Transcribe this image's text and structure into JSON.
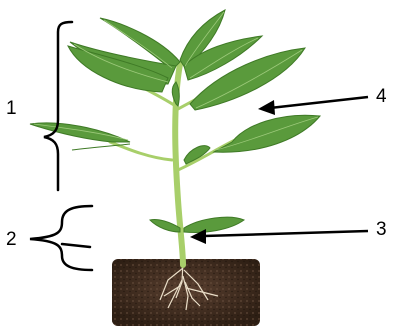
{
  "labels": {
    "one": "1",
    "two": "2",
    "three": "3",
    "four": "4"
  },
  "colors": {
    "leaf": "#5a9a3c",
    "leaf_dark": "#3f7a26",
    "leaf_vein": "#9cc97a",
    "stem": "#a8cf6a",
    "soil": "#4a3423",
    "soil_dark": "#2e1f14",
    "root": "#e9ddc7",
    "line": "#000000"
  }
}
